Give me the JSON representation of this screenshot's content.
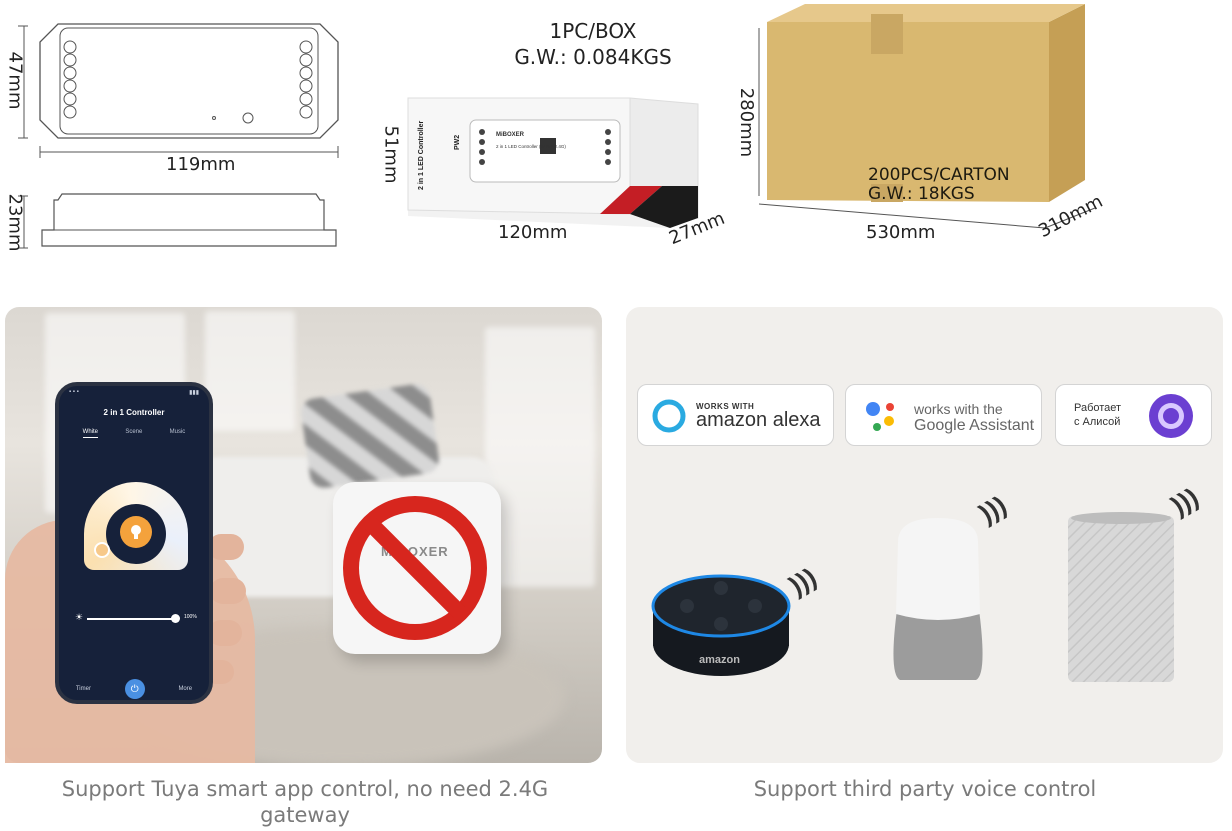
{
  "dimensions": {
    "controller_height": "47mm",
    "controller_width": "119mm",
    "controller_depth": "23mm",
    "box_height": "51mm",
    "box_width": "120mm",
    "box_depth": "27mm",
    "carton_height": "280mm",
    "carton_width": "530mm",
    "carton_depth": "310mm"
  },
  "packing": {
    "box_qty": "1PC/BOX",
    "box_weight": "G.W.: 0.084KGS",
    "carton_qty": "200PCS/CARTON",
    "carton_weight": "G.W.: 18KGS"
  },
  "retail_box": {
    "brand": "MiBOXER",
    "product_line1": "2 in 1 LED Controller",
    "product_line2": "2 in 1 LED Controller (WiFi + 2.4G)",
    "model": "PW2"
  },
  "app": {
    "title": "2 in 1 Controller",
    "tabs": [
      "White",
      "Scene",
      "Music"
    ],
    "brightness": "100%",
    "bottom_left": "Timer",
    "bottom_right": "More"
  },
  "gateway_brand": "MiBOXER",
  "voice": {
    "alexa_small": "WORKS WITH",
    "alexa_big": "amazon alexa",
    "google_line1": "works with the",
    "google_line2": "Google Assistant",
    "alice_line1": "Работает",
    "alice_line2": "с Алисой",
    "echo_brand": "amazon"
  },
  "captions": {
    "left": "Support Tuya smart app control, no need 2.4G gateway",
    "right": "Support third party voice control"
  },
  "colors": {
    "carton": "#d9b870",
    "alexa_blue": "#2aaae1",
    "alice_purple": "#6b3fd1",
    "prohibition_red": "#d7261e",
    "app_accent": "#f4a23c"
  }
}
